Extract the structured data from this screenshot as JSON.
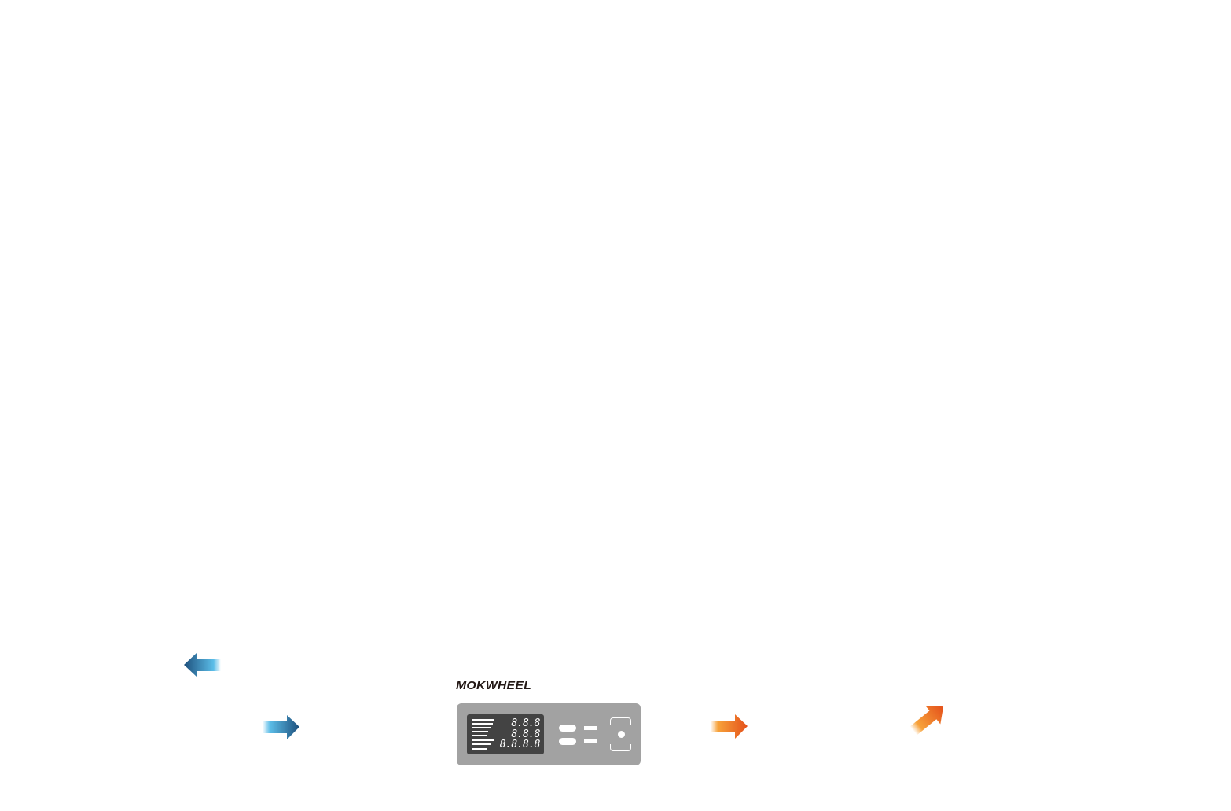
{
  "brand": {
    "logo_text": "MOKWHEEL"
  },
  "display": {
    "digit_rows": [
      "8.8.8",
      "8.8.8",
      "8.8.8.8"
    ]
  },
  "colors": {
    "blue_dark": "#1d4f7c",
    "blue_light": "#5bbde8",
    "orange_dark": "#e4501a",
    "orange_light": "#f7a23a",
    "device_body": "#a2a2a2",
    "device_screen": "#434343"
  }
}
